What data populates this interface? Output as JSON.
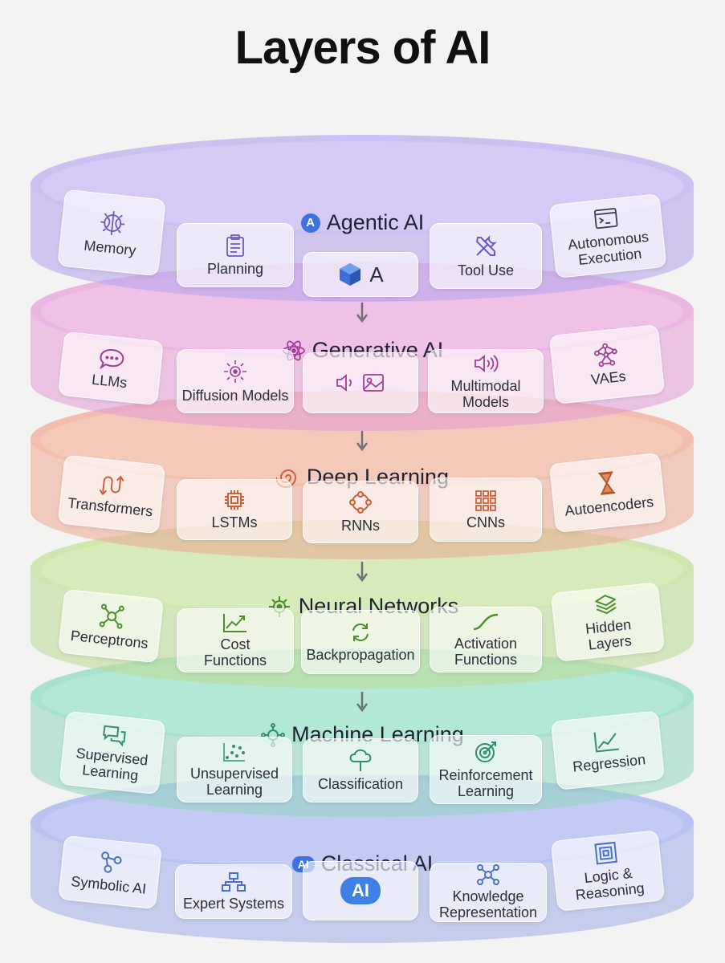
{
  "title": "Layers of AI",
  "colors": {
    "agentic": "#cbbdf0",
    "generative": "#ebb5e0",
    "deep_learning": "#f2bdab",
    "neural_networks": "#cfe6ad",
    "machine_learning": "#a6e1cf",
    "classical_ai": "#b4bff0"
  },
  "layers": [
    {
      "name": "Agentic AI",
      "header_icon": "a-badge-icon",
      "items": [
        {
          "label": "Memory",
          "icon": "brain-chip-icon"
        },
        {
          "label": "Planning",
          "icon": "clipboard-icon"
        },
        {
          "label": "A",
          "icon": "hexagon-logo-icon"
        },
        {
          "label": "Tool Use",
          "icon": "tools-icon"
        },
        {
          "label": "Autonomous Execution",
          "icon": "terminal-icon"
        }
      ]
    },
    {
      "name": "Generative AI",
      "header_icon": "atom-icon",
      "items": [
        {
          "label": "LLMs",
          "icon": "chat-bubble-icon"
        },
        {
          "label": "Diffusion Models",
          "icon": "diffusion-icon"
        },
        {
          "label": "",
          "icon": "speaker-image-icon"
        },
        {
          "label": "Multimodal Models",
          "icon": "speaker-icon"
        },
        {
          "label": "VAEs",
          "icon": "network-icon"
        }
      ]
    },
    {
      "name": "Deep Learning",
      "header_icon": "swirl-icon",
      "items": [
        {
          "label": "Transformers",
          "icon": "transform-arrows-icon"
        },
        {
          "label": "LSTMs",
          "icon": "chip-icon"
        },
        {
          "label": "RNNs",
          "icon": "cycle-nodes-icon"
        },
        {
          "label": "CNNs",
          "icon": "grid-icon"
        },
        {
          "label": "Autoencoders",
          "icon": "hourglass-icon"
        }
      ]
    },
    {
      "name": "Neural Networks",
      "header_icon": "neural-node-icon",
      "items": [
        {
          "label": "Perceptrons",
          "icon": "neuron-icon"
        },
        {
          "label": "Cost Functions",
          "icon": "chart-up-icon"
        },
        {
          "label": "Backpropagation",
          "icon": "refresh-arrows-icon"
        },
        {
          "label": "Activation Functions",
          "icon": "sigmoid-icon"
        },
        {
          "label": "Hidden Layers",
          "icon": "layers-icon"
        }
      ]
    },
    {
      "name": "Machine Learning",
      "header_icon": "gear-network-icon",
      "items": [
        {
          "label": "Supervised Learning",
          "icon": "chat-pair-icon"
        },
        {
          "label": "Unsupervised Learning",
          "icon": "scatter-icon"
        },
        {
          "label": "Classification",
          "icon": "tree-icon"
        },
        {
          "label": "Reinforcement Learning",
          "icon": "target-icon"
        },
        {
          "label": "Regression",
          "icon": "line-chart-icon"
        }
      ]
    },
    {
      "name": "Classical AI",
      "header_icon": "ai-badge-icon",
      "items": [
        {
          "label": "Symbolic AI",
          "icon": "molecule-icon"
        },
        {
          "label": "Expert Systems",
          "icon": "hierarchy-icon"
        },
        {
          "label": "AI",
          "icon": "cloud-ai-icon"
        },
        {
          "label": "Knowledge Representation",
          "icon": "knowledge-graph-icon"
        },
        {
          "label": "Logic & Reasoning",
          "icon": "maze-icon"
        }
      ]
    }
  ]
}
